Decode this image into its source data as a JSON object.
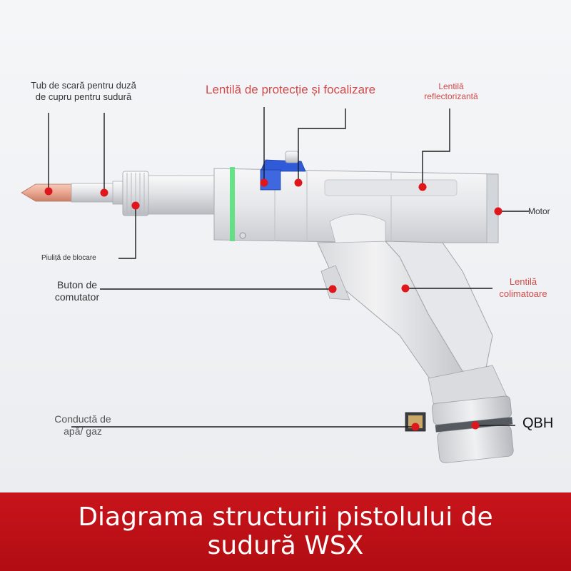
{
  "title": "Diagrama structurii pistolului de sudură WSX",
  "labels": {
    "tube_line1": "Tub de scară pentru duză",
    "tube_line2": "de cupru pentru sudură",
    "protection_lens": "Lentilă de protecție și focalizare",
    "reflector_line1": "Lentilă",
    "reflector_line2": "reflectorizantă",
    "motor": "Motor",
    "lock_nut": "Piuliță de blocare",
    "switch_line1": "Buton de",
    "switch_line2": "comutator",
    "collimator_line1": "Lentilă",
    "collimator_line2": "colimatoare",
    "conduit_line1": "Conductă de",
    "conduit_line2": "apă/ gaz",
    "qbh": "QBH"
  },
  "colors": {
    "banner": "#c8141b",
    "label_red": "#d24a4a",
    "marker": "#e0161d",
    "accent_green": "#58e07a",
    "accent_blue": "#2f5bd8"
  }
}
